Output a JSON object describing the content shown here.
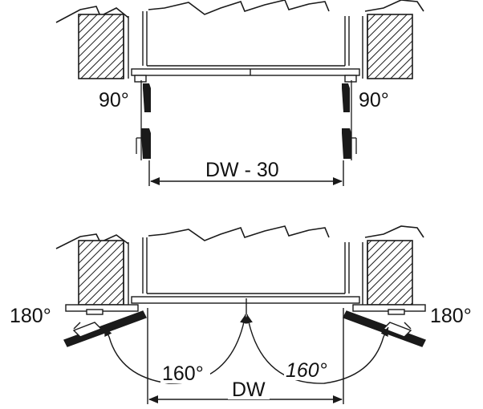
{
  "top": {
    "angle_left": "90°",
    "angle_right": "90°",
    "dimension": "DW - 30"
  },
  "bottom": {
    "angle_left": "180°",
    "angle_right": "180°",
    "swing_left": "160°",
    "swing_right": "160°",
    "dimension": "DW"
  },
  "colors": {
    "line": "#1a1a1a",
    "hatch": "#1a1a1a",
    "arrow_fill": "#ffffff"
  }
}
